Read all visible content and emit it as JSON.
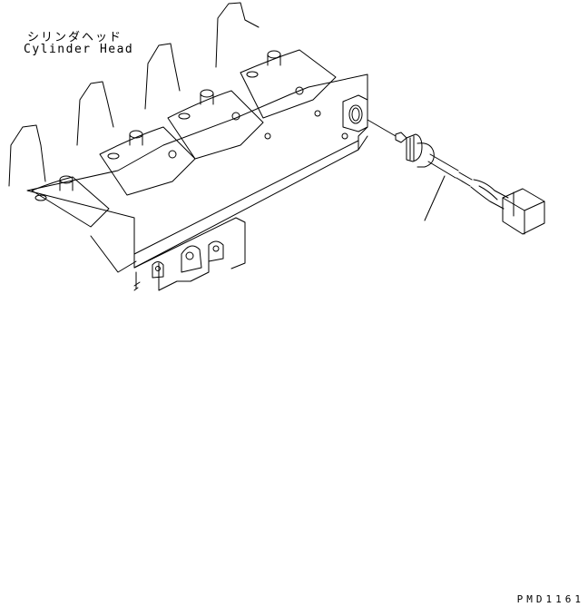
{
  "diagram": {
    "labels": {
      "part_name_jp": "シリンダヘッド",
      "part_name_en": "Cylinder Head"
    },
    "drawing_code": "PMD1161",
    "components": [
      {
        "id": "cylinder-head",
        "description": "Cylinder head assembly (isometric line drawing)"
      },
      {
        "id": "sensor",
        "description": "Threaded sensor with wire harness"
      },
      {
        "id": "connector",
        "description": "Wire harness connector block"
      }
    ],
    "leader_lines": [
      {
        "from": "sensor-wire",
        "to": "callout",
        "label": ""
      }
    ],
    "colors": {
      "line": "#000000",
      "background": "#ffffff"
    }
  }
}
